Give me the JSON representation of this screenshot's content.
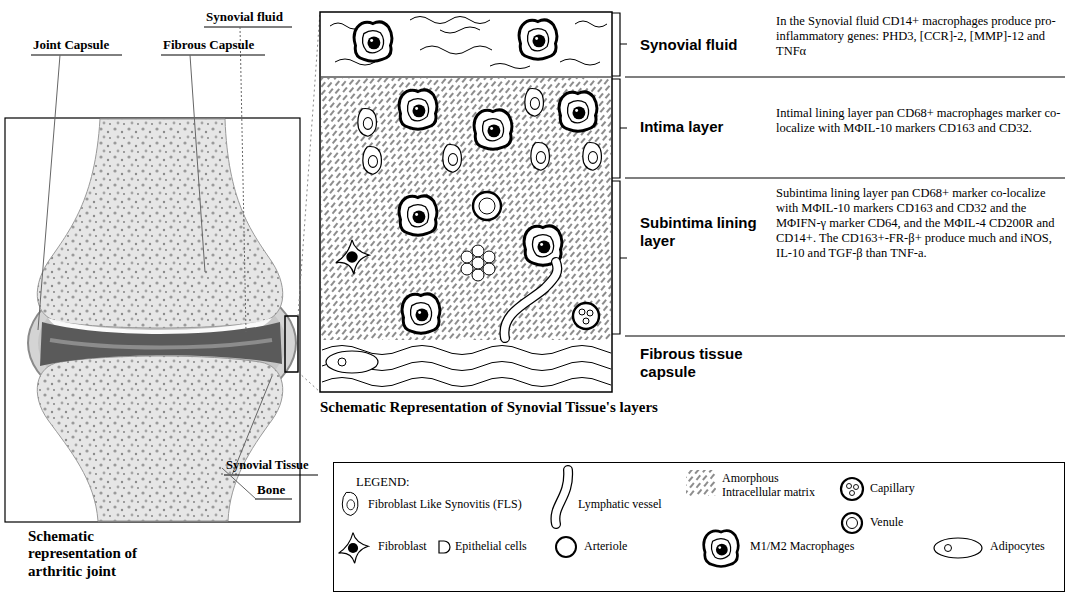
{
  "diagram": {
    "nodes": [
      {
        "text": [
          "LEGEND:"
        ]
      }
    ],
    "labels": [
      "Synovial fluid",
      "Joint Capsule",
      "Fibrous Capsule",
      "Synovial Tissue",
      "Bone",
      "Schematic representation of arthritic joint",
      "Synovial fluid",
      "Intima layer",
      "Subintima lining layer",
      "Fibrous tissue capsule",
      "In the Synovial fluid CD14+ macrophages produce pro-inflammatory genes: PHD3, [CCR]-2, [MMP]-12 and TNFα",
      "Intimal lining layer pan CD68+ macrophages marker co-localize with MΦIL-10 markers CD163 and CD32.",
      "Subintima lining layer pan CD68+ marker co-localize with MΦIL-10 markers CD163 and CD32 and the MΦIFN-γ marker CD64, and the MΦIL-4 CD200R and CD14+. The CD163+-FR-β+ produce much and iNOS, IL-10 and TGF-β than TNF-a.",
      "Schematic Representation of Synovial Tissue's layers"
    ],
    "legend": [
      {
        "text": "Fibroblast Like Synovitis (FLS)"
      },
      {
        "text": "Lymphatic vessel"
      },
      {
        "text": "Amorphous Intracellular matrix"
      },
      {
        "text": "Capillary"
      },
      {
        "text": "Venule"
      },
      {
        "text": "Fibroblast"
      },
      {
        "text": "Epithelial cells"
      },
      {
        "text": "Arteriole"
      },
      {
        "text": "M1/M2 Macrophages"
      },
      {
        "text": "Adipocytes"
      }
    ]
  }
}
